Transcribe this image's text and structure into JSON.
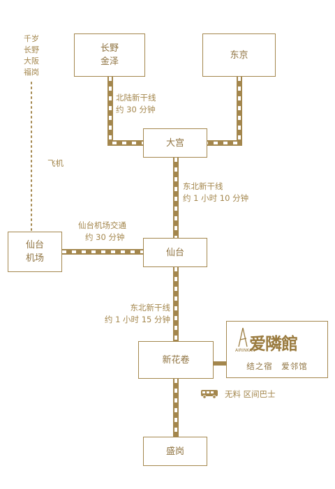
{
  "colors": {
    "gold": "#a3864c",
    "text": "#8f7340",
    "background": "#ffffff"
  },
  "stations": {
    "nagano": [
      "长野",
      "金泽"
    ],
    "tokyo": "东京",
    "omiya": "大宫",
    "sendai": "仙台",
    "sendai_airport": [
      "仙台",
      "机场"
    ],
    "shin_hanamaki": "新花卷",
    "morioka": "盛岗"
  },
  "origins": [
    "千岁",
    "长野",
    "大阪",
    "福岗"
  ],
  "plane_label": "飞机",
  "routes": {
    "hokuriku": [
      "北陆新干线",
      "约 30 分钟"
    ],
    "tohoku_1": [
      "东北新干线",
      "约 1 小时 10 分钟"
    ],
    "airport": [
      "仙台机场交通",
      "约 30 分钟"
    ],
    "tohoku_2": [
      "东北新干线",
      "约 1 小时 15 分钟"
    ],
    "bus": "无料 区间巴士"
  },
  "ryokan": {
    "logo_text": "爱隣館",
    "logo_small": "AIRINKAN",
    "subtitle": "结之宿　爱邻馆"
  },
  "icons": {
    "bus": "bus-icon",
    "logo": "ryokan-logo-icon",
    "dotted_line": "flight-path"
  }
}
